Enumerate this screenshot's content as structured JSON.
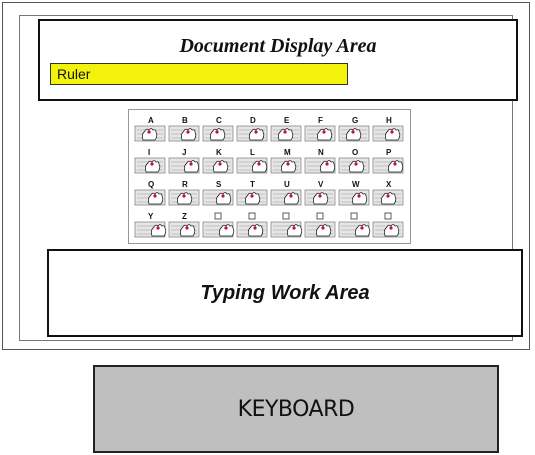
{
  "document_area": {
    "title": "Document Display Area",
    "ruler_label": "Ruler"
  },
  "typing_area": {
    "label": "Typing Work Area"
  },
  "keyboard": {
    "label": "KEYBOARD"
  },
  "keyboard_chart": {
    "rows": [
      [
        "A",
        "B",
        "C",
        "D",
        "E",
        "F",
        "G",
        "H"
      ],
      [
        "I",
        "J",
        "K",
        "L",
        "M",
        "N",
        "O",
        "P"
      ],
      [
        "Q",
        "R",
        "S",
        "T",
        "U",
        "V",
        "W",
        "X"
      ],
      [
        "Y",
        "Z",
        "",
        "",
        "",
        "",
        "",
        ""
      ]
    ]
  },
  "colors": {
    "ruler": "#f2f20c",
    "keyboard": "#bfbfbf",
    "hand_accent": "#c8102e"
  }
}
